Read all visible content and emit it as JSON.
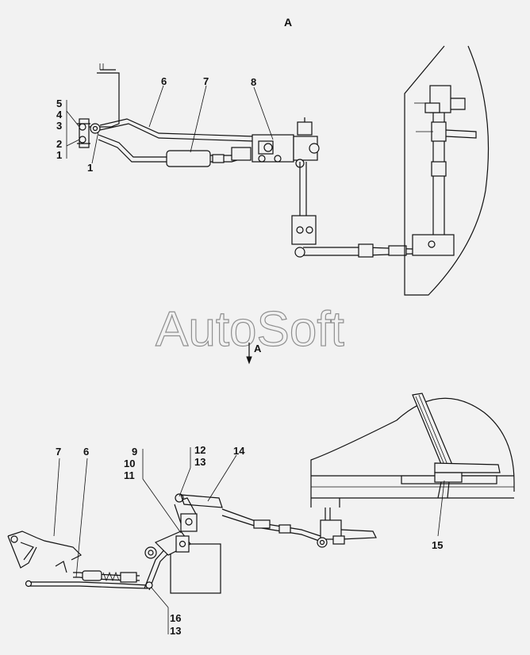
{
  "view_label_top": "A",
  "view_label_arrow": "A",
  "watermark": "AutoSoft",
  "top_view": {
    "callouts": [
      "5",
      "4",
      "3",
      "2",
      "1",
      "1",
      "6",
      "7",
      "8"
    ]
  },
  "bottom_view": {
    "callouts": [
      "7",
      "6",
      "9",
      "10",
      "11",
      "12",
      "13",
      "14",
      "15",
      "16",
      "13"
    ]
  }
}
